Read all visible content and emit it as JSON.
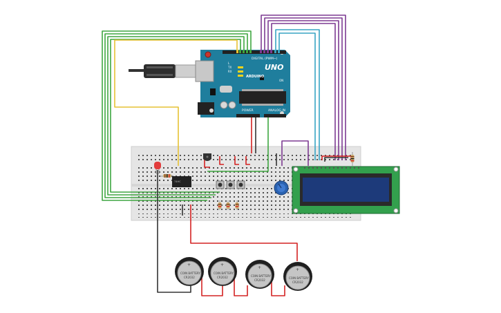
{
  "board": {
    "brand": "UNO",
    "logo_text": "ARDUINO",
    "digital_header": "DIGITAL (PWM~)",
    "analog_header": "ANALOG IN",
    "power_header": "POWER",
    "tx_label": "TX",
    "rx_label": "RX",
    "l_label": "L",
    "on_label": "ON"
  },
  "batteries": [
    {
      "label": "COIN BATTERY",
      "model": "CR2032"
    },
    {
      "label": "COIN BATTERY",
      "model": "CR2032"
    },
    {
      "label": "COIN BATTERY",
      "model": "CR2032"
    },
    {
      "label": "COIN BATTERY",
      "model": "CR2032"
    }
  ],
  "battery_polarity": "+",
  "colors": {
    "arduino_teal": "#1f7e9d",
    "breadboard": "#e5e5e5",
    "wire_red": "#d42222",
    "wire_green": "#3ea640",
    "wire_yellow": "#e6c234",
    "wire_purple": "#7d3a92",
    "wire_cyan": "#37a3c3",
    "wire_black": "#333333",
    "lcd_body": "#33a04d",
    "lcd_screen": "#1d3a7a"
  }
}
